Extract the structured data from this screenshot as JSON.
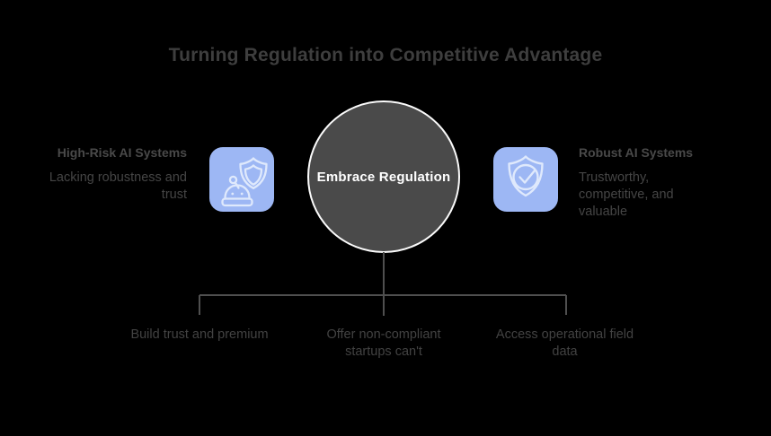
{
  "title": "Turning Regulation into Competitive Advantage",
  "center": {
    "label": "Embrace Regulation"
  },
  "left": {
    "heading": "High-Risk AI Systems",
    "body": "Lacking robustness and trust",
    "icon": "robot-and-shield"
  },
  "right": {
    "heading": "Robust AI Systems",
    "body": "Trustworthy, competitive, and valuable",
    "icon": "shield-with-checkmark"
  },
  "benefits": [
    {
      "label": "Build trust and premium"
    },
    {
      "label": "Offer non-compliant startups can't"
    },
    {
      "label": "Access operational field data"
    }
  ],
  "colors": {
    "background": "#000000",
    "title_text": "#3e3e3e",
    "body_text": "#454545",
    "line": "#4f4f4f",
    "node_fill": "#4a4a4a",
    "node_border": "#fbfbfb",
    "node_text": "#ffffff",
    "tile_fill": "#9db7f4",
    "icon_stroke": "#dfe9fc"
  }
}
